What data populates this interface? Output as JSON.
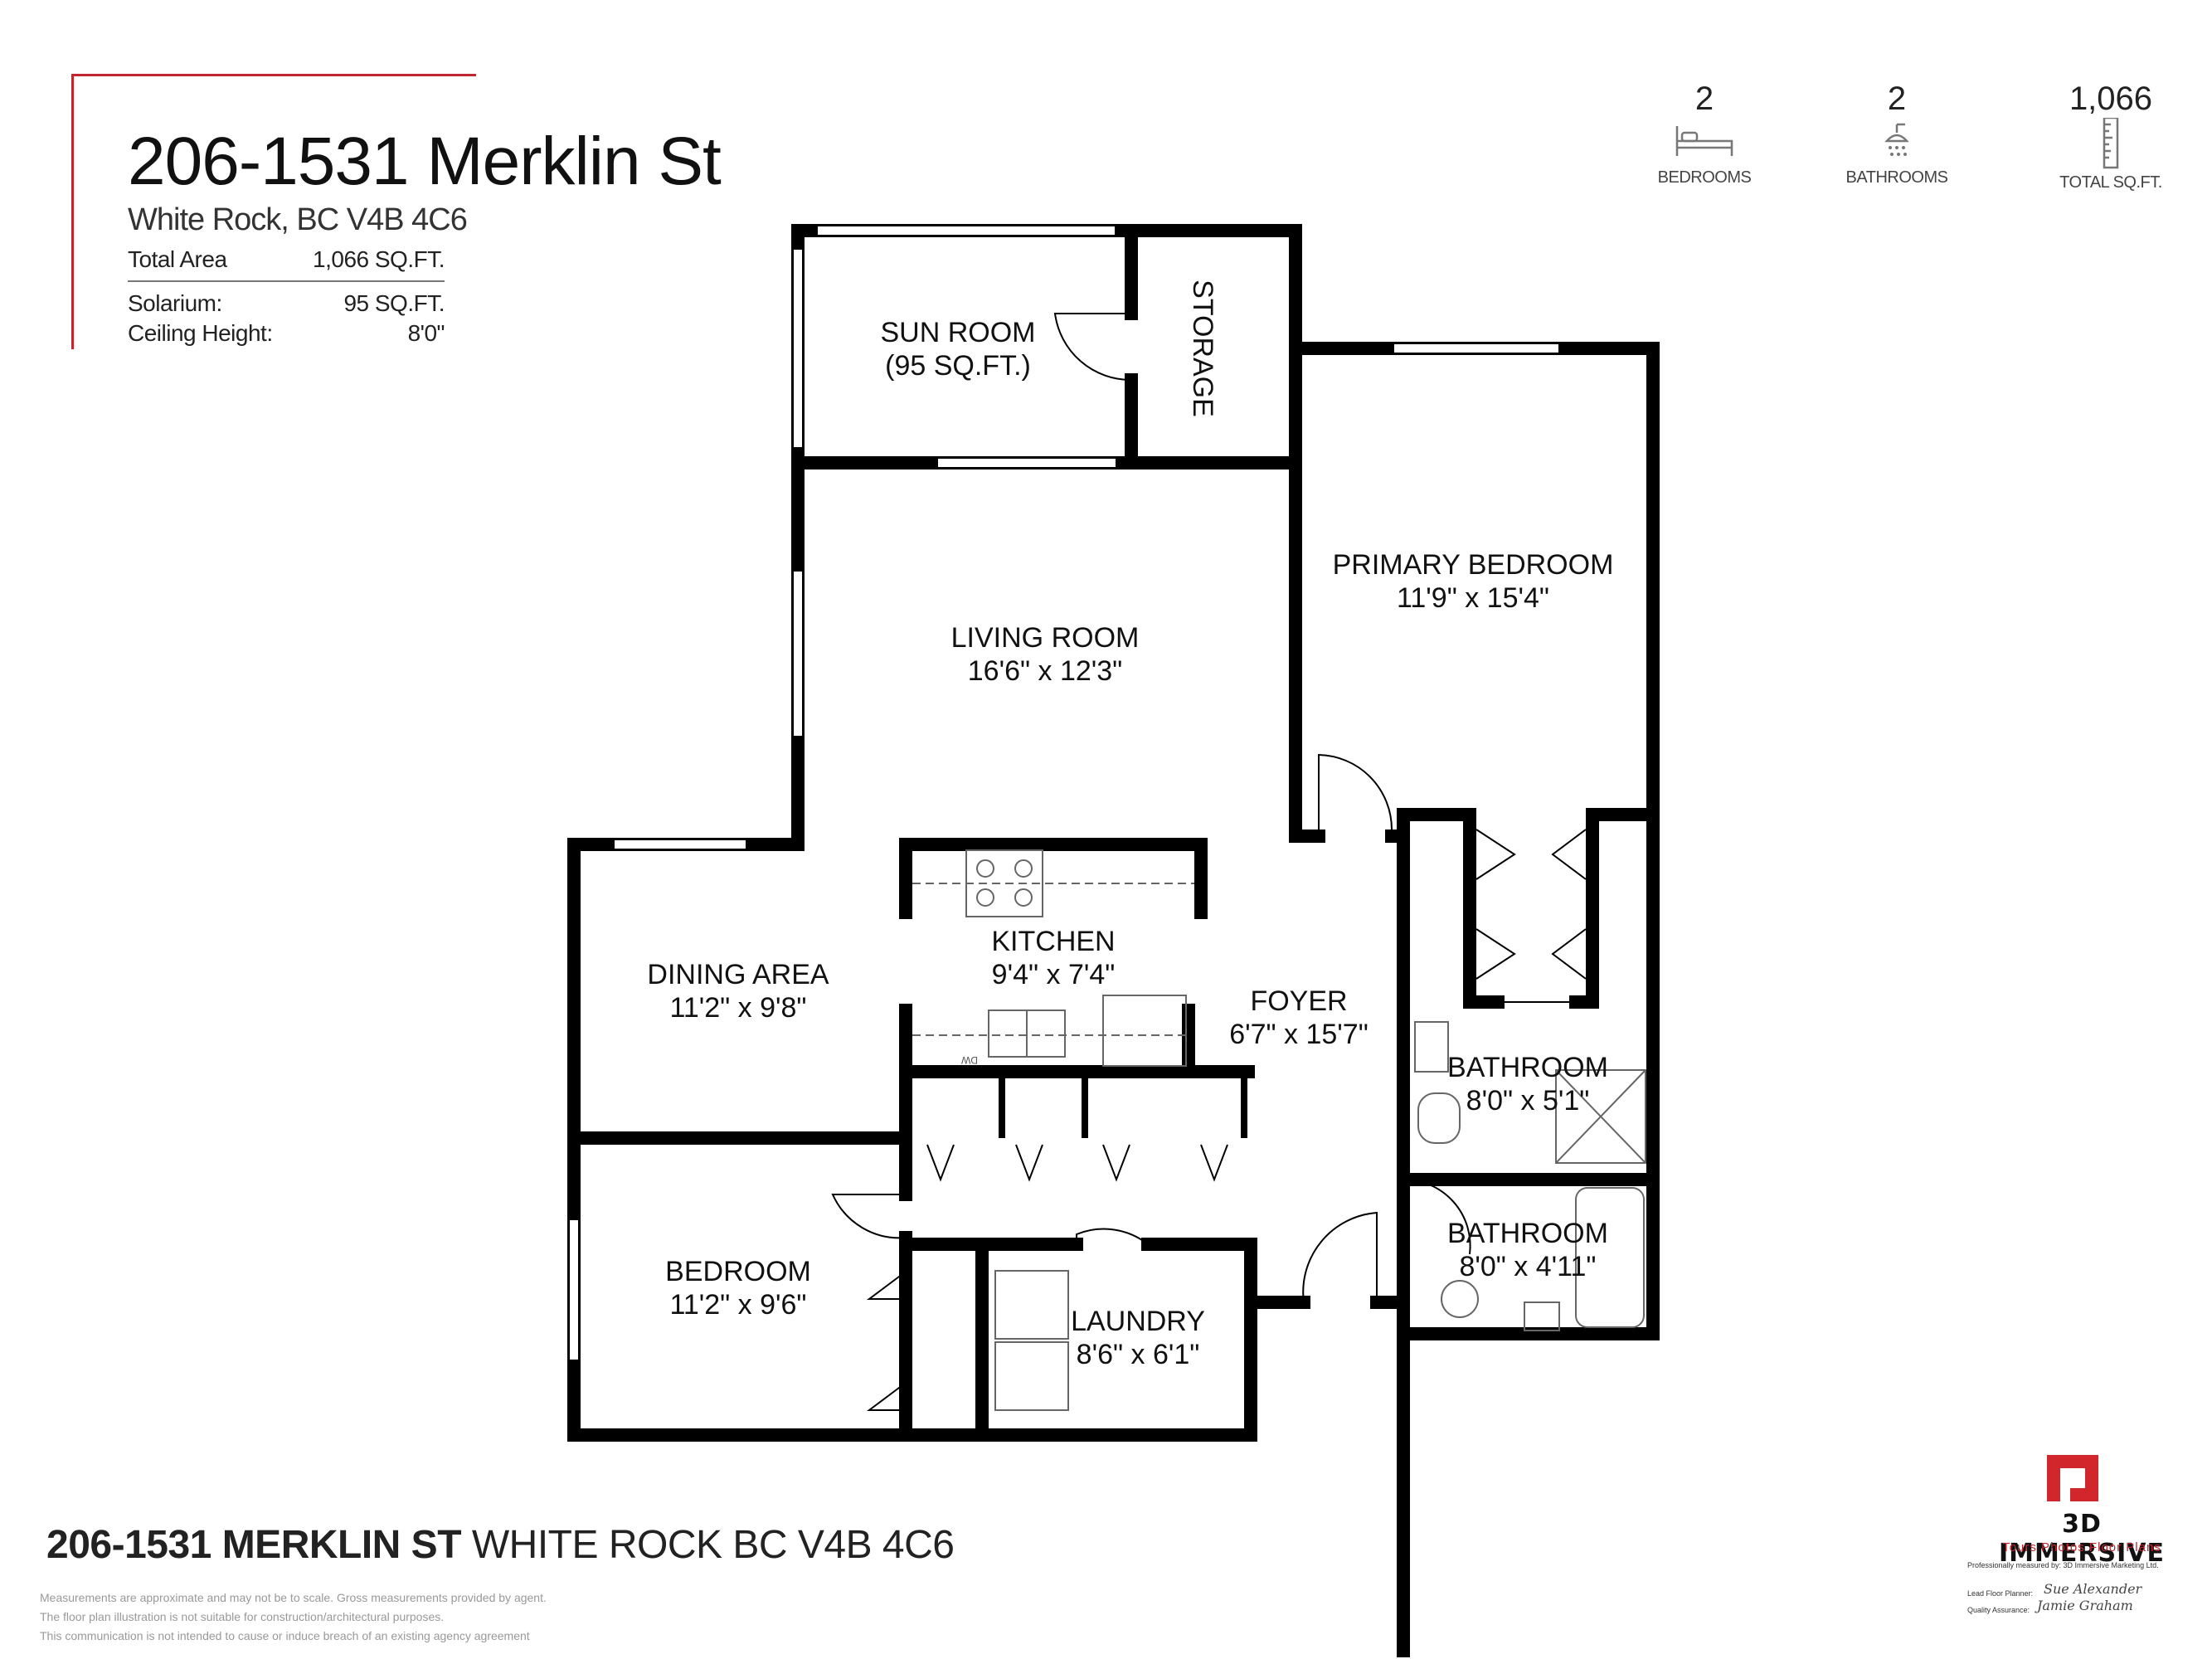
{
  "header": {
    "title": "206-1531 Merklin St",
    "subtitle": "White Rock, BC V4B 4C6",
    "total_area_label": "Total Area",
    "total_area_value": "1,066  SQ.FT.",
    "solarium_label": "Solarium:",
    "solarium_value": "95 SQ.FT.",
    "ceiling_label": "Ceiling Height:",
    "ceiling_value": "8'0\""
  },
  "stats": {
    "bedrooms": "2",
    "bedrooms_label": "BEDROOMS",
    "bathrooms": "2",
    "bathrooms_label": "BATHROOMS",
    "sqft": "1,066",
    "sqft_label": "TOTAL SQ.FT.",
    "icons": [
      "bed-icon",
      "shower-icon",
      "ruler-icon"
    ]
  },
  "rooms": {
    "sun_room": {
      "name": "SUN ROOM",
      "dim": "(95 SQ.FT.)"
    },
    "storage": {
      "name": "STORAGE"
    },
    "primary_bedroom": {
      "name": "PRIMARY BEDROOM",
      "dim": "11'9\" x 15'4\""
    },
    "living_room": {
      "name": "LIVING ROOM",
      "dim": "16'6\" x 12'3\""
    },
    "kitchen": {
      "name": "KITCHEN",
      "dim": "9'4\" x 7'4\""
    },
    "dining_area": {
      "name": "DINING AREA",
      "dim": "11'2\" x 9'8\""
    },
    "foyer": {
      "name": "FOYER",
      "dim": "6'7\" x 15'7\""
    },
    "bathroom_1": {
      "name": "BATHROOM",
      "dim": "8'0\" x 5'1\""
    },
    "bathroom_2": {
      "name": "BATHROOM",
      "dim": "8'0\" x 4'11\""
    },
    "bedroom": {
      "name": "BEDROOM",
      "dim": "11'2\" x 9'6\""
    },
    "laundry": {
      "name": "LAUNDRY",
      "dim": "8'6\" x 6'1\""
    },
    "dw_label": "DW"
  },
  "footer": {
    "address_bold": "206-1531 MERKLIN ST",
    "address_rest": "WHITE ROCK BC V4B 4C6",
    "disclaimer": [
      "Measurements are approximate and may not be to scale. Gross measurements provided by agent.",
      "The floor plan illustration is not suitable for construction/architectural purposes.",
      "This communication is not intended to cause or induce breach of an existing agency agreement"
    ]
  },
  "brand": {
    "name": "3D IMMERSIVE",
    "tagline": "Tours  Photos  Floor Plans",
    "measured_by": "Professionally measured by: 3D Immersive Marketing Ltd.",
    "lead_label": "Lead Floor Planner:",
    "lead_sig": "Sue Alexander",
    "qa_label": "Quality Assurance:",
    "qa_sig": "Jamie Graham"
  },
  "colors": {
    "accent": "#c0262d",
    "wall": "#000000"
  }
}
